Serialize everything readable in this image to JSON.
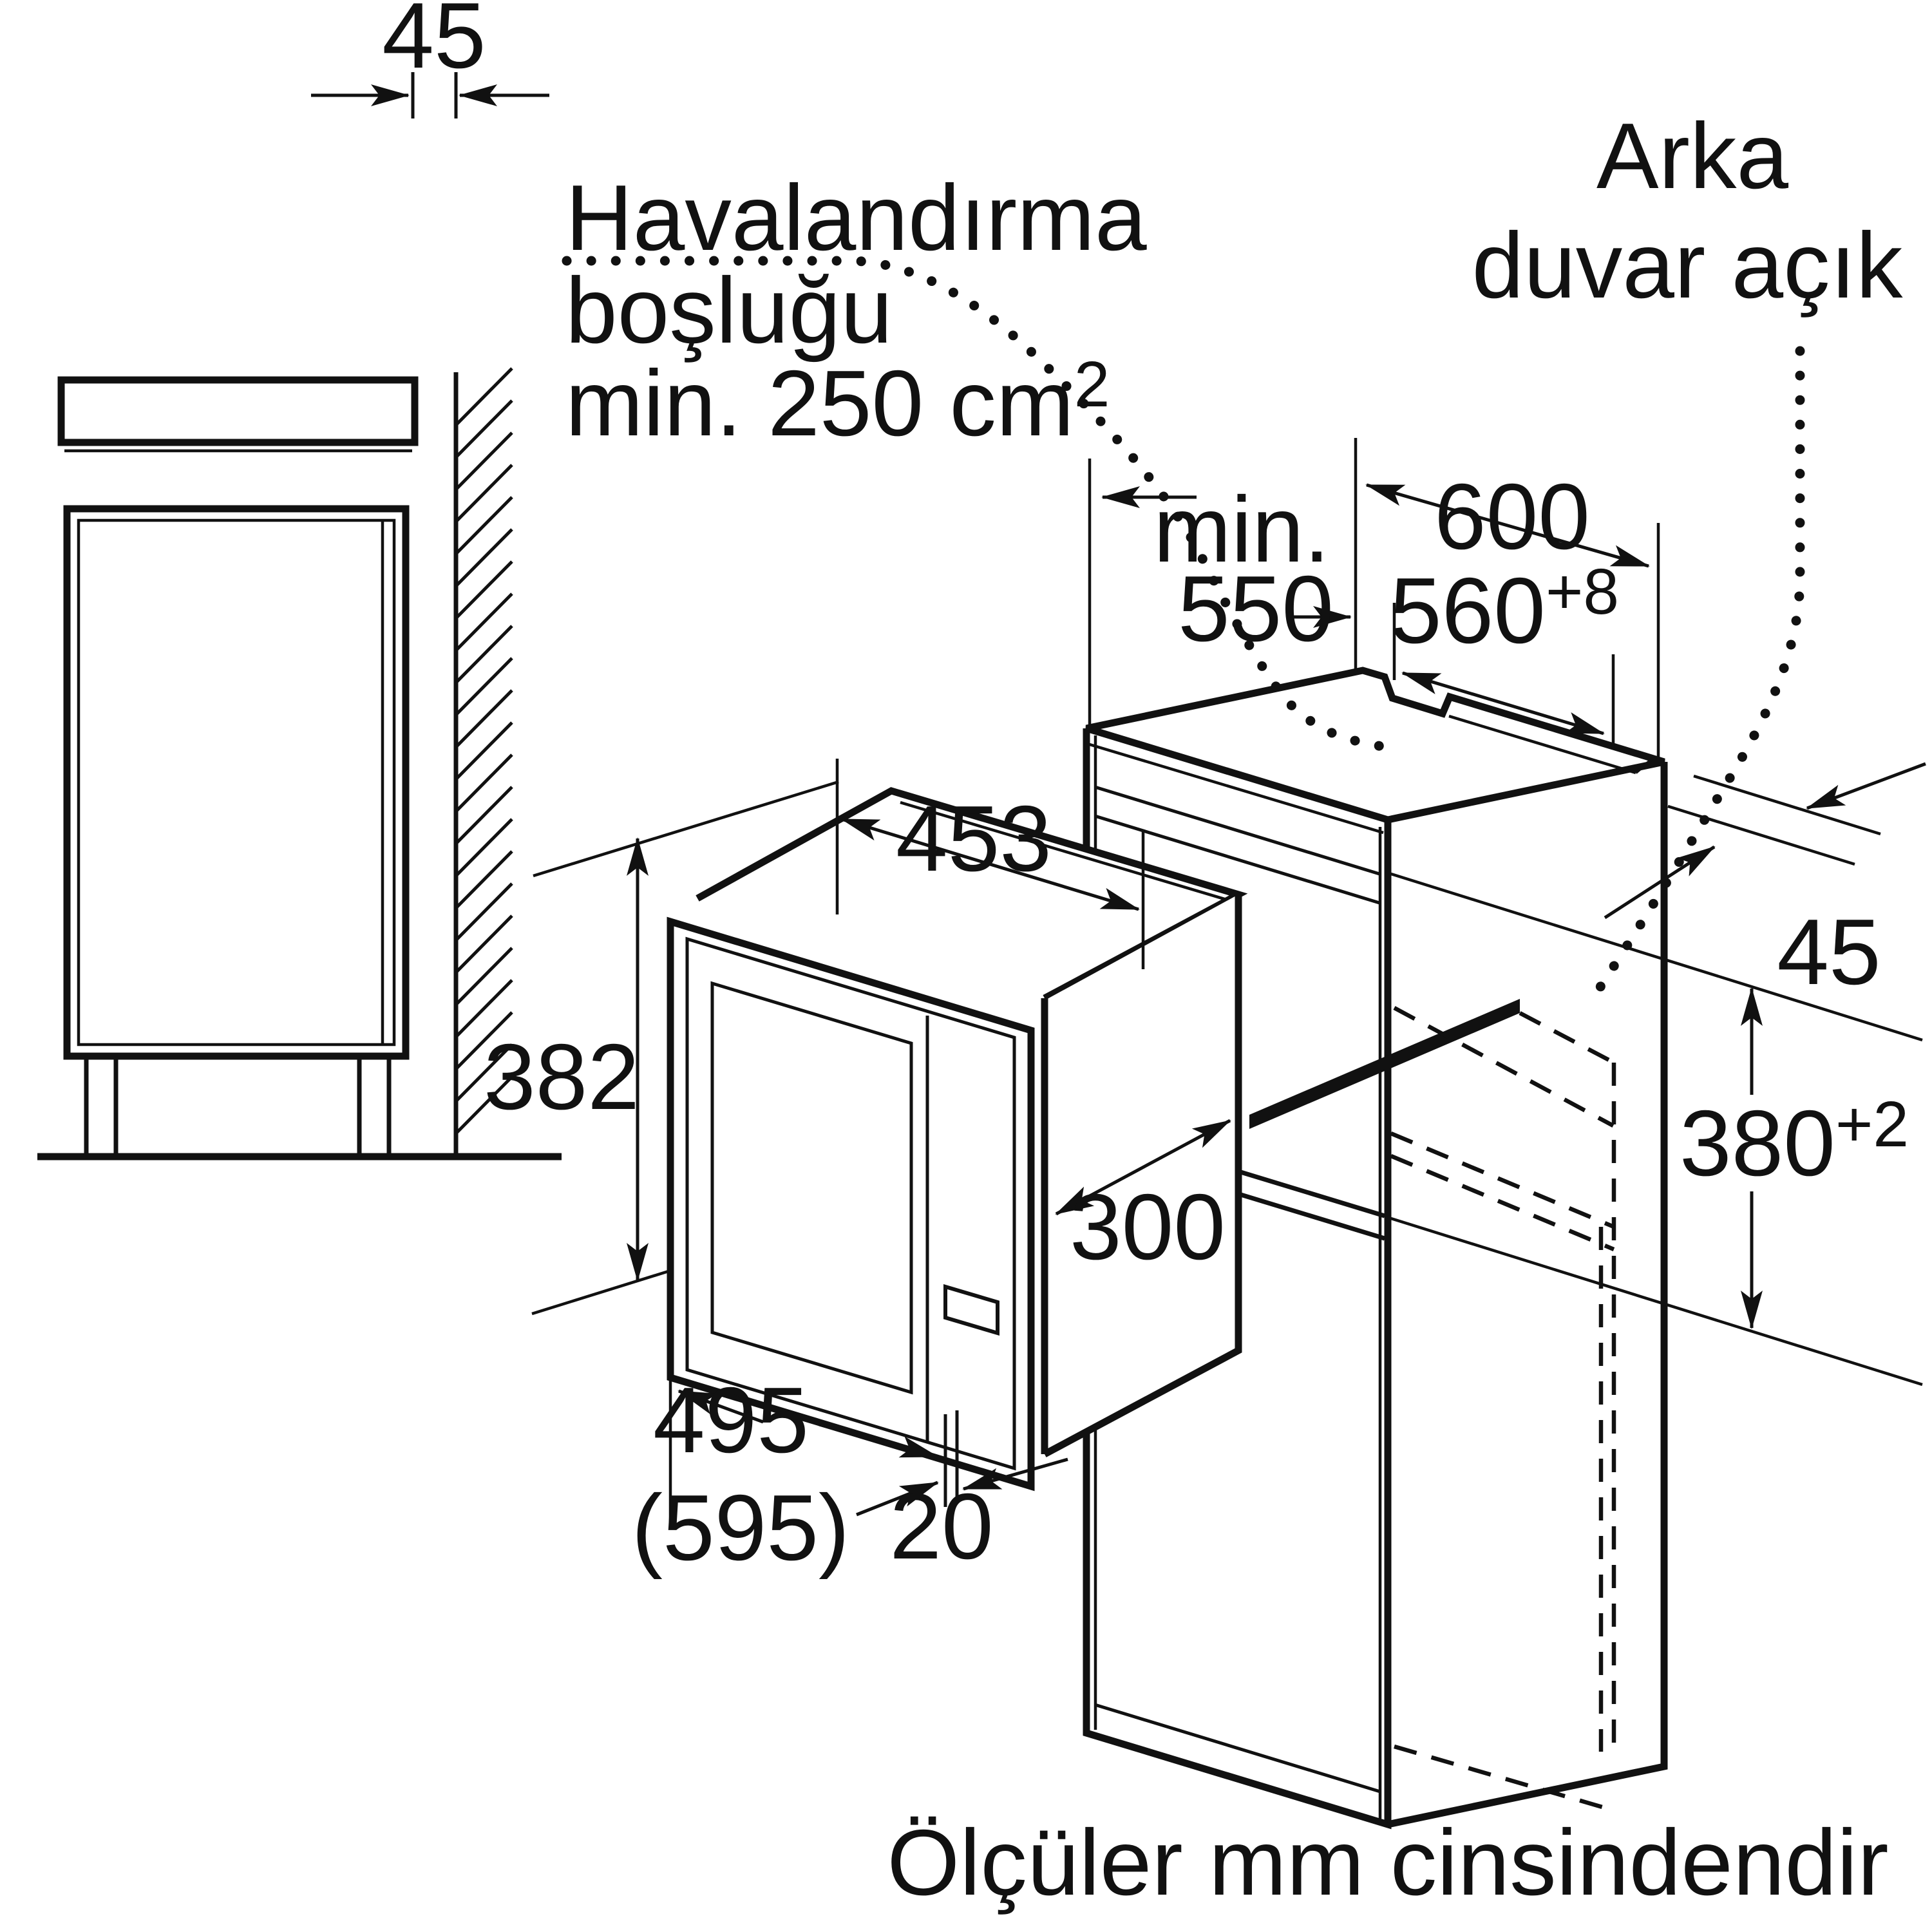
{
  "diagram": {
    "notes": {
      "ventilation_line1": "Havalandırma",
      "ventilation_line2": "boşluğu",
      "ventilation_line3_base": "min. 250 cm",
      "ventilation_line3_sup": "2",
      "back_wall_line1": "Arka",
      "back_wall_line2": "duvar açık",
      "units": "Ölçüler mm cinsindendir"
    },
    "dims": {
      "side_wall_gap": "45",
      "min_label": "min.",
      "min_depth": "550",
      "cab_width": "600",
      "niche_width_base": "560",
      "niche_width_sup": "+8",
      "mw_width": "453",
      "mw_height": "382",
      "mw_depth": "300",
      "front_width": "495",
      "front_width_alt": "(595)",
      "front_gap": "20",
      "back_recess": "45",
      "niche_height_base": "380",
      "niche_height_sup": "+2"
    }
  }
}
